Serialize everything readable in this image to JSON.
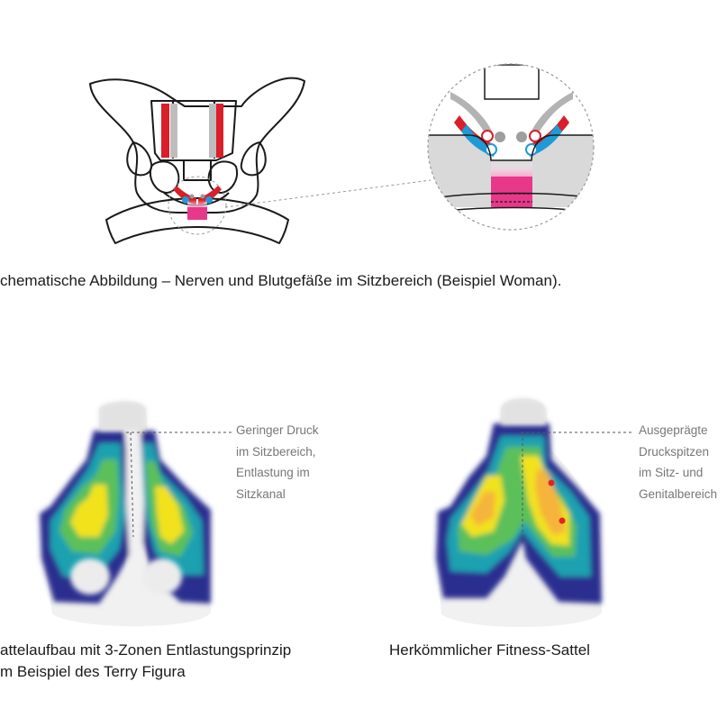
{
  "anatomy_caption": "chematische Abbildung – Nerven und Blutgefäße im Sitzbereich (Beispiel Woman).",
  "left_saddle": {
    "note_lines": [
      "Geringer Druck",
      "im Sitzbereich,",
      "Entlastung im",
      "Sitzkanal"
    ],
    "caption_lines": [
      "attelaufbau mit 3-Zonen Entlastungsprinzip",
      "m Beispiel des Terry Figura"
    ]
  },
  "right_saddle": {
    "note_lines": [
      "Ausgeprägte",
      "Druckspitzen",
      "im Sitz- und",
      "Genitalbereich"
    ],
    "caption_lines": [
      "Herkömmlicher Fitness-Sattel"
    ]
  },
  "colors": {
    "nerve_red": "#d81f2a",
    "vessel_blue": "#1e9bd7",
    "pressure_pink": "#e8388a",
    "pressure_low": "#2a2f8f",
    "pressure_mid": "#1aa1b0",
    "pressure_green": "#5cc05a",
    "pressure_yellow": "#f2e21b",
    "pressure_peak": "#e52421"
  }
}
